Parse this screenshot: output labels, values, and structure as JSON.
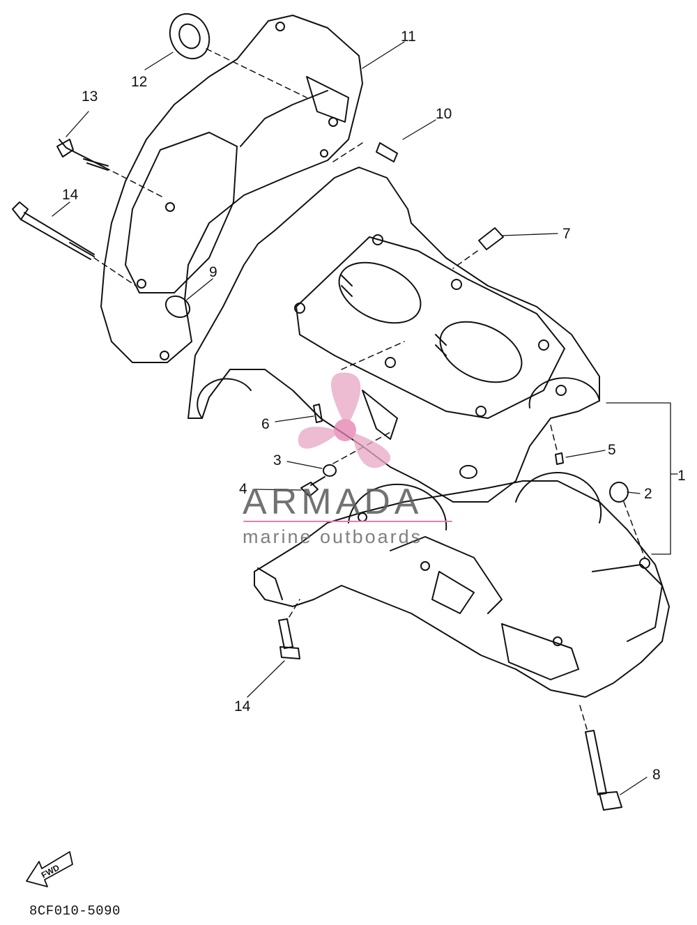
{
  "diagram": {
    "document_code": "8CF010-5090",
    "fwd_label": "FWD",
    "callouts": [
      {
        "id": "c1",
        "label": "1"
      },
      {
        "id": "c2",
        "label": "2"
      },
      {
        "id": "c3",
        "label": "3"
      },
      {
        "id": "c4",
        "label": "4"
      },
      {
        "id": "c5",
        "label": "5"
      },
      {
        "id": "c6",
        "label": "6"
      },
      {
        "id": "c7",
        "label": "7"
      },
      {
        "id": "c8",
        "label": "8"
      },
      {
        "id": "c9",
        "label": "9"
      },
      {
        "id": "c10",
        "label": "10"
      },
      {
        "id": "c11",
        "label": "11"
      },
      {
        "id": "c12",
        "label": "12"
      },
      {
        "id": "c13",
        "label": "13"
      },
      {
        "id": "c14a",
        "label": "14"
      },
      {
        "id": "c14b",
        "label": "14"
      }
    ]
  },
  "watermark": {
    "brand": "ARMADA",
    "tagline": "marine outboards",
    "colors": {
      "propeller": "#e8a6c4",
      "accent": "#e37fae",
      "text": "#5a5a5a"
    }
  }
}
